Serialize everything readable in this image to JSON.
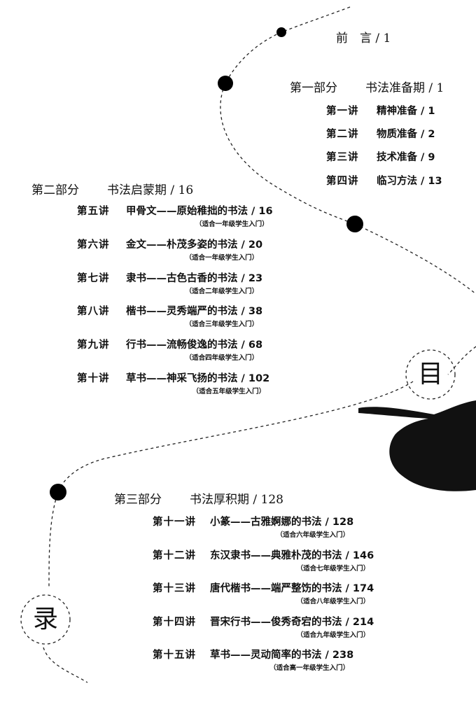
{
  "preface": {
    "label": "前　言",
    "page": "/ 1"
  },
  "parts": [
    {
      "label": "第一部分",
      "title": "书法准备期 / 1",
      "lectures": [
        {
          "label": "第一讲",
          "title": "精神准备 / 1"
        },
        {
          "label": "第二讲",
          "title": "物质准备 / 2"
        },
        {
          "label": "第三讲",
          "title": "技术准备 / 9"
        },
        {
          "label": "第四讲",
          "title": "临习方法 / 13"
        }
      ]
    },
    {
      "label": "第二部分",
      "title": "书法启蒙期 / 16",
      "lectures": [
        {
          "label": "第五讲",
          "title": "甲骨文——原始稚拙的书法 / 16",
          "note": "（适合一年级学生入门）"
        },
        {
          "label": "第六讲",
          "title": "金文——朴茂多姿的书法 / 20",
          "note": "（适合一年级学生入门）"
        },
        {
          "label": "第七讲",
          "title": "隶书——古色古香的书法 / 23",
          "note": "（适合二年级学生入门）"
        },
        {
          "label": "第八讲",
          "title": "楷书——灵秀端严的书法 / 38",
          "note": "（适合三年级学生入门）"
        },
        {
          "label": "第九讲",
          "title": "行书——流畅俊逸的书法 / 68",
          "note": "（适合四年级学生入门）"
        },
        {
          "label": "第十讲",
          "title": "草书——神采飞扬的书法 / 102",
          "note": "（适合五年级学生入门）"
        }
      ]
    },
    {
      "label": "第三部分",
      "title": "书法厚积期 / 128",
      "lectures": [
        {
          "label": "第十一讲",
          "title": "小篆——古雅婀娜的书法 / 128",
          "note": "（适合六年级学生入门）"
        },
        {
          "label": "第十二讲",
          "title": "东汉隶书——典雅朴茂的书法 / 146",
          "note": "（适合七年级学生入门）"
        },
        {
          "label": "第十三讲",
          "title": "唐代楷书——端严整饬的书法 / 174",
          "note": "（适合八年级学生入门）"
        },
        {
          "label": "第十四讲",
          "title": "晋宋行书——俊秀奇宕的书法 / 214",
          "note": "（适合九年级学生入门）"
        },
        {
          "label": "第十五讲",
          "title": "草书——灵动简率的书法 / 238",
          "note": "（适合高一年级学生入门）"
        }
      ]
    }
  ],
  "heading": {
    "char1": "目",
    "char2": "录"
  }
}
